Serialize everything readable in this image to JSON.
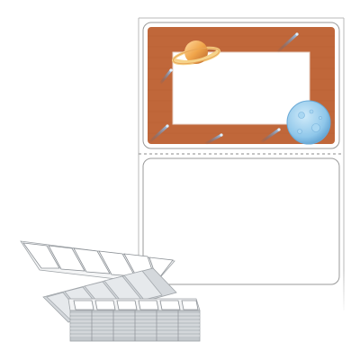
{
  "product": {
    "name": "",
    "top_label": {
      "theme": "space",
      "frame_color": "#c0673a",
      "window_color": "#ffffff",
      "decorations": [
        "saturn-icon",
        "moon-icon",
        "comet-icon",
        "comet-icon",
        "comet-icon",
        "comet-icon",
        "comet-icon"
      ]
    },
    "bottom_label": {
      "theme": "blank"
    },
    "fanfold_stack": {
      "columns": 6,
      "rows_open": 2,
      "stack_color": "#bfc4c8"
    }
  },
  "colors": {
    "liner_border": "#b9b9b9",
    "perforation": "#8a8a8a",
    "moon": "#8fc7ea",
    "saturn": "#f0a54a"
  }
}
